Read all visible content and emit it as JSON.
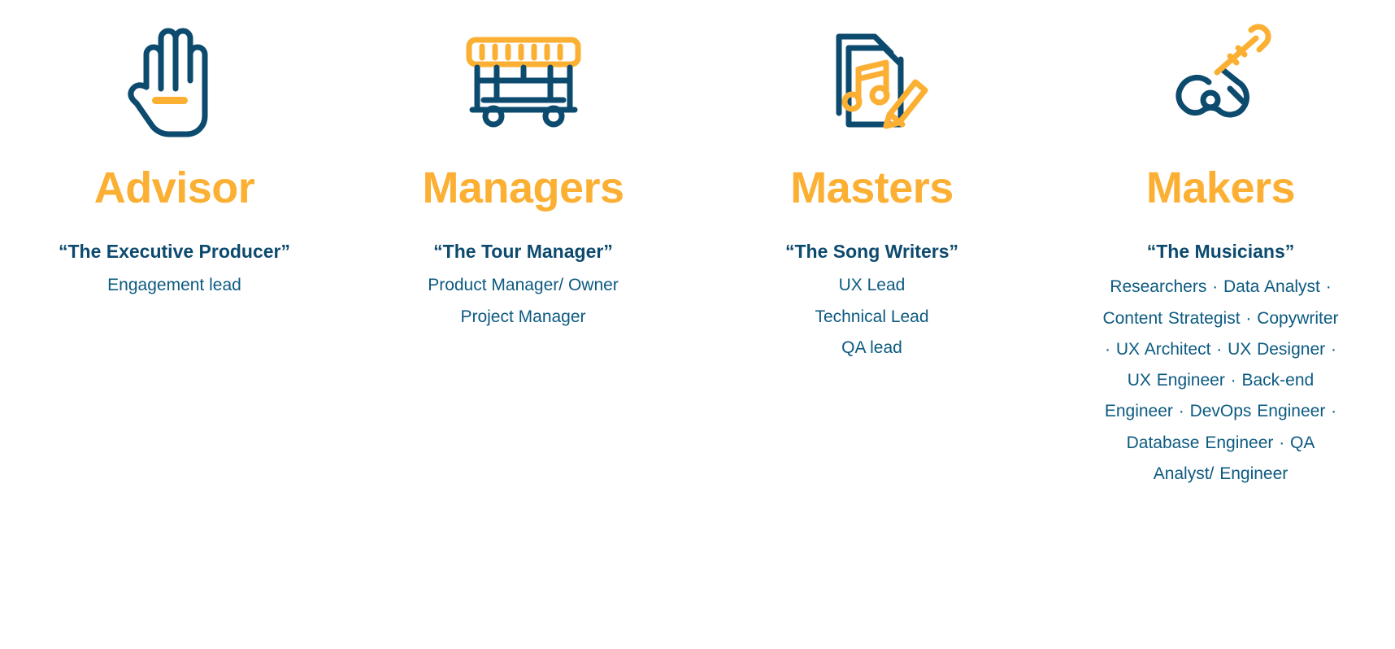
{
  "columns": [
    {
      "icon": "rock-hand-horns-icon",
      "title": "Advisor",
      "subtitle": "“The Executive Producer”",
      "roles": [
        "Engagement lead"
      ],
      "roles_text": ""
    },
    {
      "icon": "tour-bus-icon",
      "title": "Managers",
      "subtitle": "“The Tour Manager”",
      "roles": [
        "Product Manager/ Owner",
        "Project Manager"
      ],
      "roles_text": ""
    },
    {
      "icon": "song-sheet-pencil-icon",
      "title": "Masters",
      "subtitle": "“The Song Writers”",
      "roles": [
        "UX Lead",
        "Technical Lead",
        "QA lead"
      ],
      "roles_text": ""
    },
    {
      "icon": "electric-guitar-icon",
      "title": "Makers",
      "subtitle": "“The Musicians”",
      "roles": [],
      "roles_text": "Researchers · Data Analyst · Content Strategist · Copywriter · UX Architect · UX Designer · UX Engineer · Back-end Engineer · DevOps Engineer · Database Engineer · QA Analyst/ Engineer"
    }
  ],
  "colors": {
    "gold": "#fbb034",
    "navy": "#0c4a6e",
    "role_blue": "#0c5a80",
    "background": "#ffffff"
  }
}
